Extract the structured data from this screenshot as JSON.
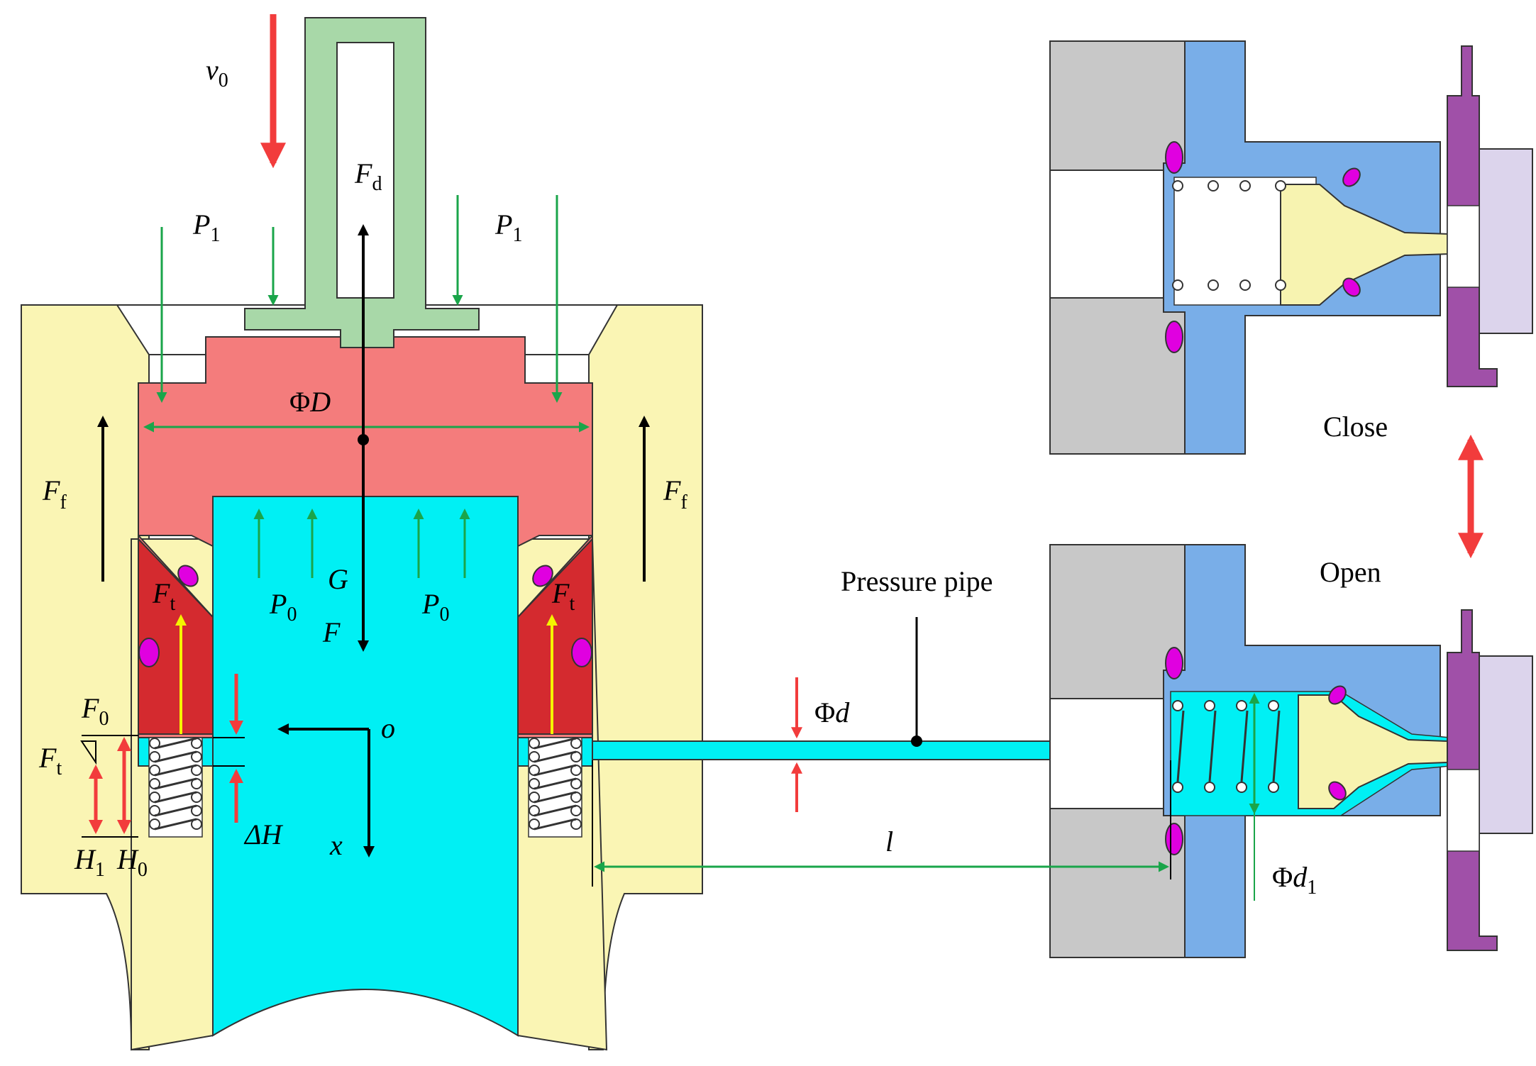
{
  "labels": {
    "v0": {
      "main": "v",
      "sub": "0"
    },
    "P1": {
      "main": "P",
      "sub": "1"
    },
    "Fd": {
      "main": "F",
      "sub": "d"
    },
    "PhiD": {
      "phi": "Φ",
      "main": "D"
    },
    "Ff": {
      "main": "F",
      "sub": "f"
    },
    "Ft": {
      "main": "F",
      "sub": "t"
    },
    "P0": {
      "main": "P",
      "sub": "0"
    },
    "G": "G",
    "F": "F",
    "F0": {
      "main": "F",
      "sub": "0"
    },
    "Ft_upright": {
      "main": "F",
      "sub": "t"
    },
    "H1": {
      "main": "H",
      "sub": "1"
    },
    "H0": {
      "main": "H",
      "sub": "0"
    },
    "deltaH": "ΔH",
    "o": "o",
    "x": "x",
    "Phid": {
      "phi": "Φ",
      "main": "d"
    },
    "pressure_pipe": "Pressure pipe",
    "l": "l",
    "Phid1": {
      "phi": "Φ",
      "main": "d",
      "sub": "1"
    },
    "close": "Close",
    "open": "Open"
  },
  "colors": {
    "housing": "#FAF5B4",
    "piston": "#F47C7C",
    "seal_ring": "#D42A2F",
    "rod": "#A8D8A8",
    "fluid": "#00F0F4",
    "valve_body": "#79AEE8",
    "valve_cap": "#C8C8C8",
    "valve_poppet": "#F7F3B0",
    "valve_plate": "#A050A8",
    "valve_plate_light": "#DCD4EC",
    "oring": "#E000E0",
    "arrow_red": "#F23C3C",
    "arrow_green": "#1AA54A",
    "arrow_yellow": "#F4F400",
    "arrow_black": "#000000"
  }
}
